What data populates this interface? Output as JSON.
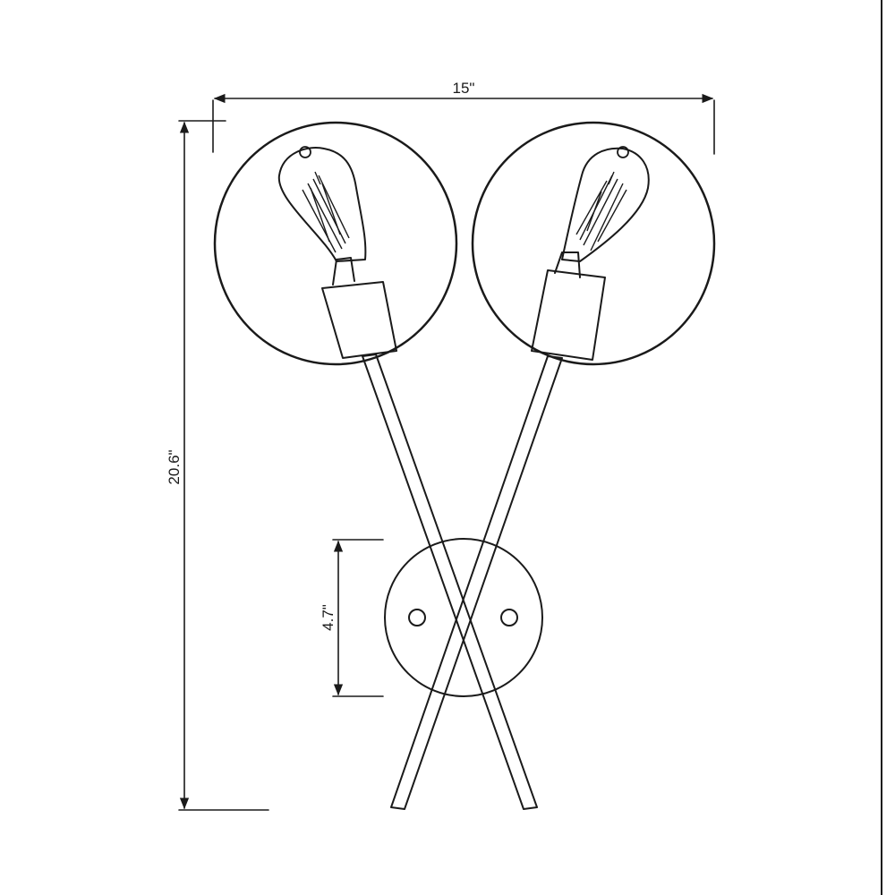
{
  "dimensions": {
    "width": "15\"",
    "height": "20.6\"",
    "backplate": "4.7\""
  },
  "colors": {
    "line": "#1a1a1a",
    "background": "#ffffff"
  }
}
